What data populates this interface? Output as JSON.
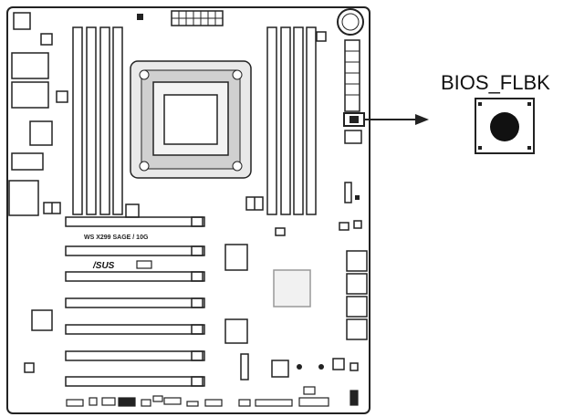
{
  "board": {
    "model_label": "WS X299 SAGE / 10G",
    "logo_text": "/SUS"
  },
  "callout": {
    "title": "BIOS_FLBK",
    "icon": "push-button-icon"
  }
}
